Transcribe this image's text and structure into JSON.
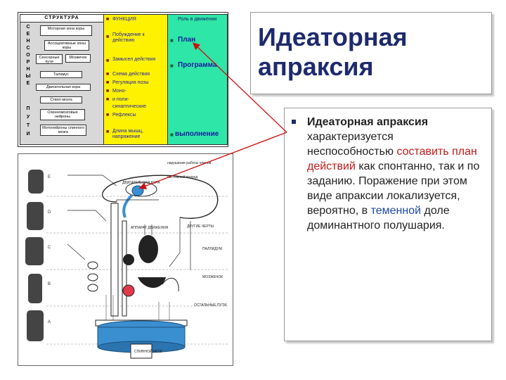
{
  "slide": {
    "title": "Идеаторная апраксия"
  },
  "text": {
    "term": "Идеаторная апраксия",
    "part1": " характеризуется неспособностью ",
    "highlight1": "составить план действий",
    "part2": " как спонтанно, так и по заданию. Поражение при этом виде апраксии локализуется, вероятно, в ",
    "highlight2": "теменной",
    "part3": " доле доминантного полушария."
  },
  "diagram_top": {
    "col_structure_header": "СТРУКТУРА",
    "side_letters_top": [
      "С",
      "Е",
      "Н",
      "С",
      "О",
      "Р",
      "Н",
      "Ы",
      "Е"
    ],
    "side_letters_bottom": [
      "П",
      "У",
      "Т",
      "И"
    ],
    "boxes": [
      "Моторная зона коры",
      "Ассоциативные зоны коры",
      "Сенсорные пути",
      "Мозжечок",
      "Таламус",
      "Двигательная кора",
      "Ствол мозга",
      "Спинномозговые нейроны",
      "Мотонейроны спинного мозга"
    ],
    "col_function_header": "ФУНКЦИЯ",
    "functions": [
      "Побуждение к действию",
      "Замысел действия",
      "Схема действия",
      "Регуляция позы",
      "Моно-",
      "и поли-",
      "синаптические",
      "Рефлексы",
      "Длина мышц, напряжение"
    ],
    "col_role_header": "Роль в движении",
    "roles": [
      "План",
      "Программа",
      "выполнение"
    ]
  },
  "diagram_bottom": {
    "levels": [
      "E",
      "D",
      "C",
      "B",
      "A"
    ],
    "labels": [
      "нарушение работы членов",
      "системный подход",
      "ДВИГАТЕЛЬНАЯ КОРА",
      "ДРУГИЕ ЧЕРТЫ",
      "АППАРАТ ДВИЖЕНИЯ",
      "ПАЛЛИДУМ",
      "МОЗЖЕЧОК",
      "ОСТАЛЬНЫЕ ПУТИ",
      "СПИННОЙ МОЗГ"
    ]
  },
  "colors": {
    "title": "#1e2a6e",
    "highlight_red": "#c21a1a",
    "highlight_blue": "#1e4aa8",
    "function_bg": "#fff200",
    "role_bg": "#2ee6a8",
    "arrow": "#cc1111"
  }
}
